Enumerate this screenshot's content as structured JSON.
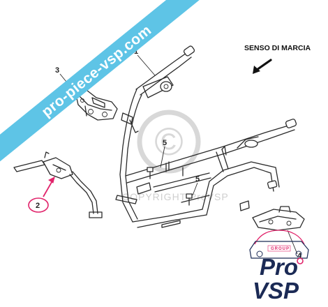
{
  "watermark": {
    "band_text": "pro-piece-vsp.com",
    "band_color": "#5ec4e6",
    "copyright_symbol": "©",
    "copyright_text": "COPYRIGHT ProVSP"
  },
  "direction": {
    "label": "SENSO DI MARCIA",
    "icon": "arrow-down-left-icon"
  },
  "callouts": {
    "c1": "1",
    "c2": "2",
    "c3": "3",
    "c4": "4",
    "c5a": "5",
    "c5b": "5"
  },
  "highlight_color": "#e1246b",
  "logo": {
    "pro": "Pro",
    "vsp": "VSP",
    "group": "GROUP",
    "primary_color": "#1b2a55",
    "accent_color": "#e1246b"
  }
}
